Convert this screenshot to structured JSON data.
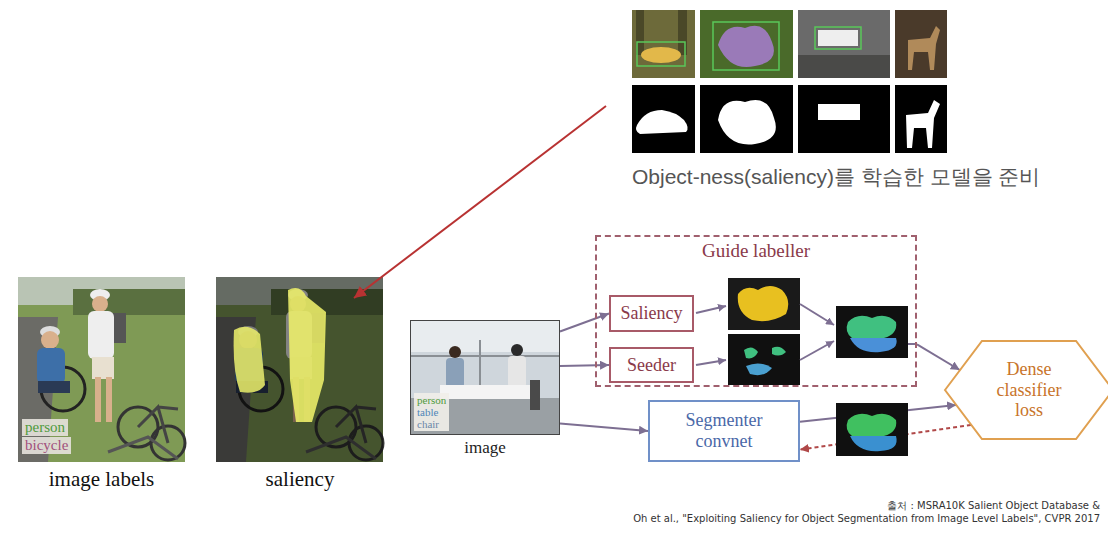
{
  "diagram": {
    "nodes": [
      {
        "text": [
          "Guide labeller"
        ]
      },
      {
        "text": [
          "Saliency"
        ],
        "in": 0
      },
      {
        "text": [
          "Seeder"
        ],
        "in": 0
      },
      {
        "text": [
          "person",
          "table",
          "chair",
          "image"
        ]
      },
      {
        "text": [
          "Segmenter convnet"
        ]
      },
      {
        "text": [
          "Dense classifier loss"
        ]
      }
    ],
    "edges": [
      {
        "from": 3,
        "to": 1,
        "arrow": "to"
      },
      {
        "from": 3,
        "to": 2,
        "arrow": "to"
      },
      {
        "from": 3,
        "to": 4,
        "arrow": "to"
      },
      {
        "from": 0,
        "to": 5,
        "arrow": "to"
      },
      {
        "from": 4,
        "to": 5,
        "arrow": "to"
      },
      {
        "from": 5,
        "to": 4,
        "arrow": "to"
      }
    ],
    "labels": [
      "Object-ness(saliency)를 학습한 모델을 준비",
      "person",
      "bicycle",
      "image labels",
      "saliency",
      "출처 : MSRA10K Salient Object Database &",
      "Oh et al., \"Exploiting Saliency for Object Segmentation from Image Level Labels\", CVPR 2017"
    ]
  }
}
